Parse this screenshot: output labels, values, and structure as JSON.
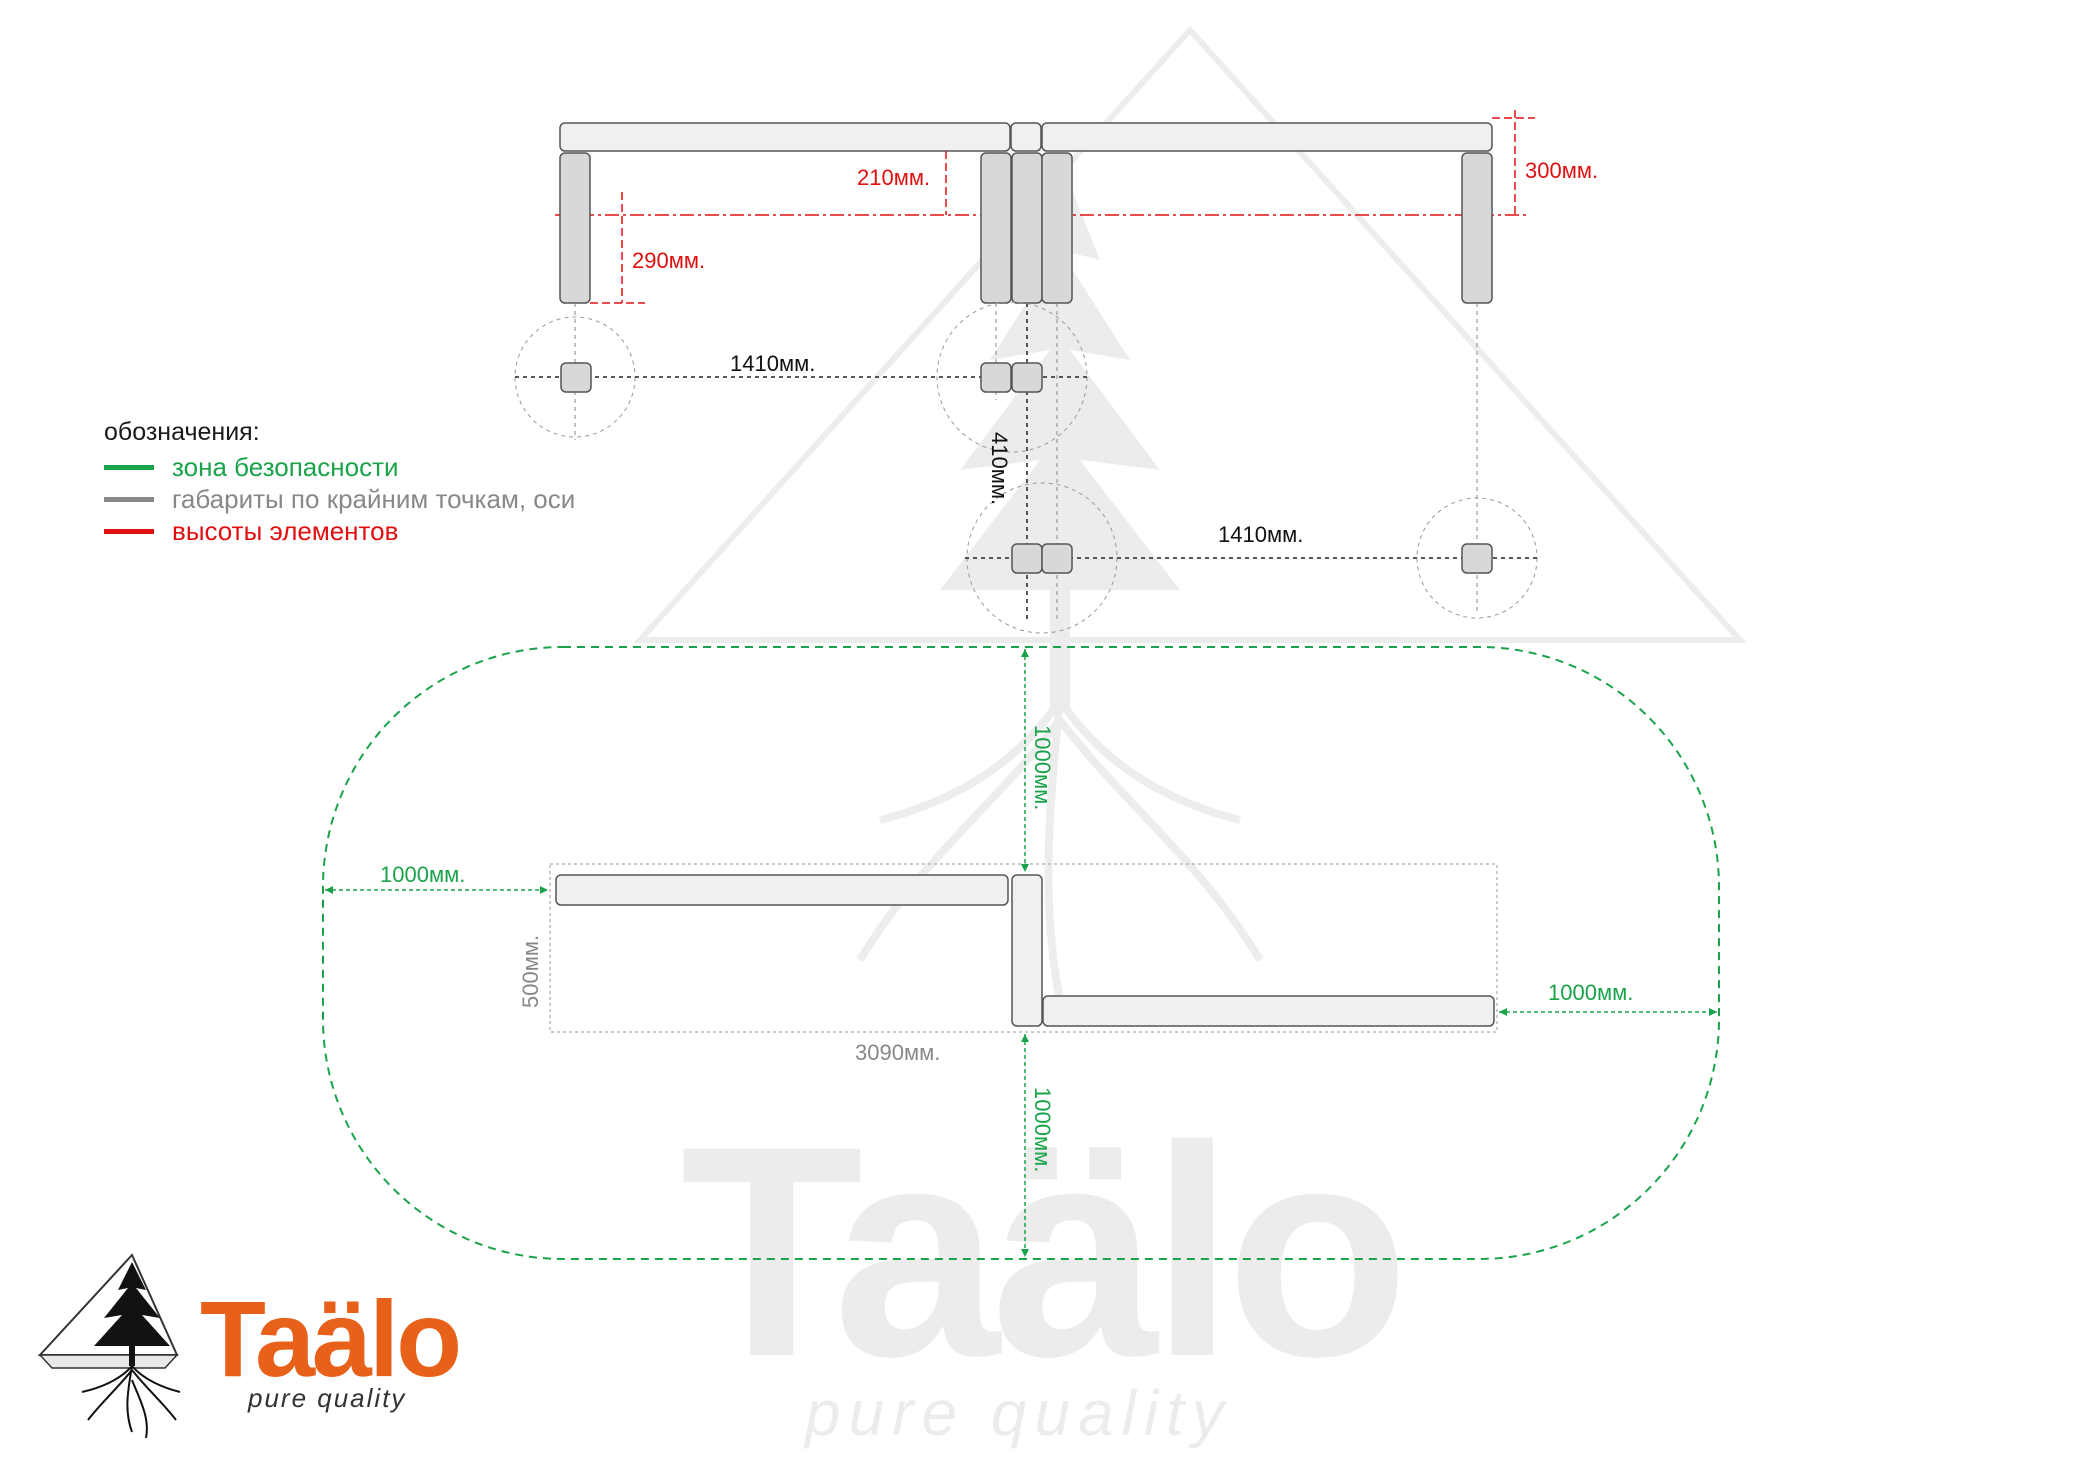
{
  "colors": {
    "safety": "#1aa34a",
    "outline": "#888888",
    "height": "#e01010",
    "brand": "#e8611a",
    "plank_fill": "#f0f0f0",
    "plank_stroke": "#555555"
  },
  "legend": {
    "title": "обозначения:",
    "items": [
      {
        "label": "зона безопасности",
        "color": "#1aa34a"
      },
      {
        "label": "габариты по крайним точкам, оси",
        "color": "#888888"
      },
      {
        "label": "высоты элементов",
        "color": "#e01010"
      }
    ]
  },
  "heights": {
    "seat_top": "210мм.",
    "total": "300мм.",
    "leg": "290мм."
  },
  "axes": {
    "span_top": "1410мм.",
    "span_bottom": "1410мм.",
    "offset": "410мм."
  },
  "plan": {
    "width": "3090мм.",
    "depth": "500мм.",
    "clear_left": "1000мм.",
    "clear_right": "1000мм.",
    "clear_top": "1000мм.",
    "clear_bottom": "1000мм."
  },
  "brand": {
    "name": "Taälo",
    "tagline": "pure quality",
    "watermark_name": "Taälo",
    "watermark_tagline": "pure quality"
  }
}
